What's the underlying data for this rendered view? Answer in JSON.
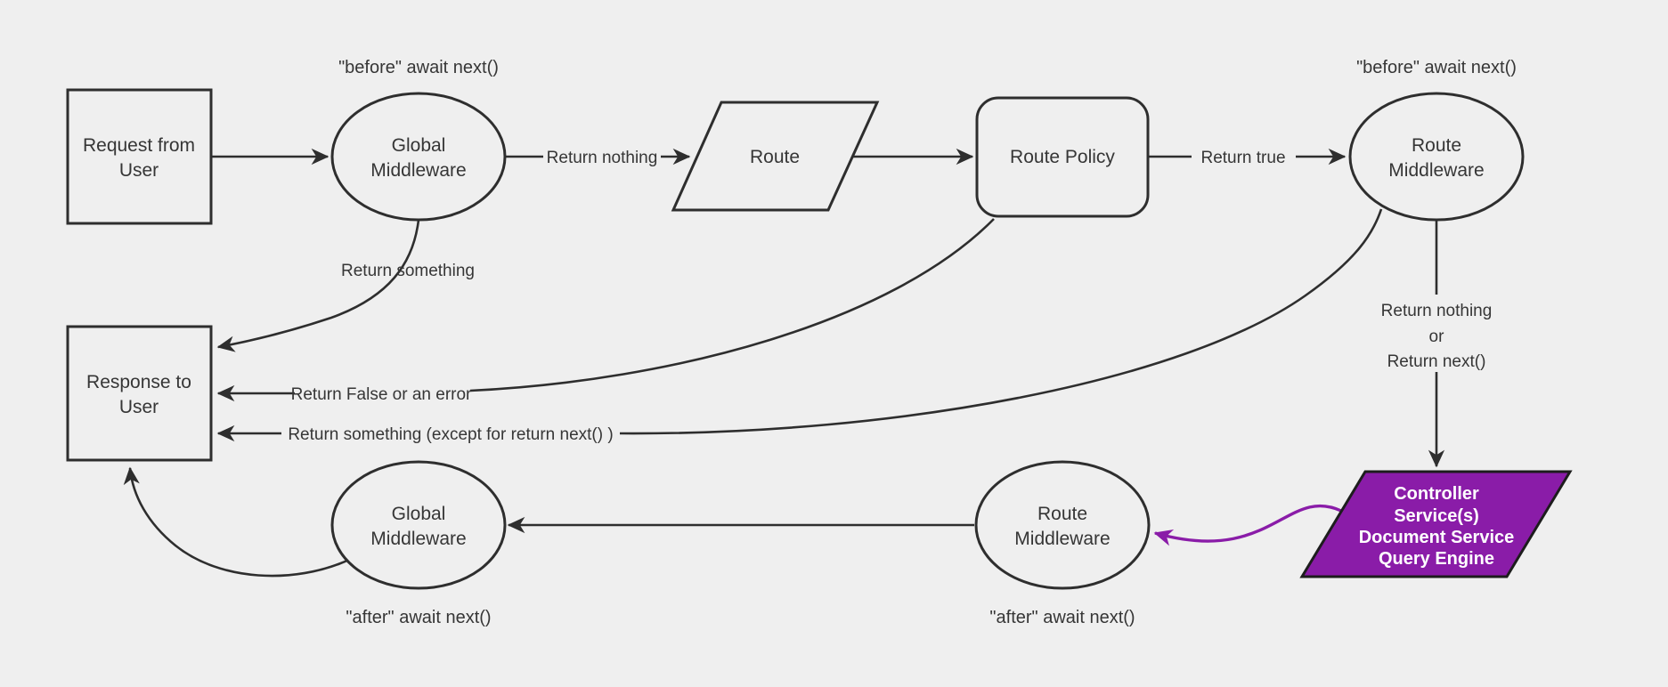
{
  "diagram": {
    "background": "#efefef",
    "stroke_color": "#2e2e2e",
    "text_color": "#363636",
    "accent_purple": "#8a1ca8",
    "controller_text_color": "#ffffff"
  },
  "nodes": {
    "request": {
      "shape": "rectangle",
      "lines": [
        "Request from",
        "User"
      ]
    },
    "global_middleware_before": {
      "shape": "ellipse",
      "lines": [
        "Global",
        "Middleware"
      ]
    },
    "route": {
      "shape": "parallelogram",
      "lines": [
        "Route"
      ]
    },
    "route_policy": {
      "shape": "rounded-rectangle",
      "lines": [
        "Route Policy"
      ]
    },
    "route_middleware_before": {
      "shape": "ellipse",
      "lines": [
        "Route",
        "Middleware"
      ]
    },
    "controller": {
      "shape": "parallelogram",
      "lines": [
        "Controller",
        "Service(s)",
        "Document Service",
        "Query Engine"
      ]
    },
    "route_middleware_after": {
      "shape": "ellipse",
      "lines": [
        "Route",
        "Middleware"
      ]
    },
    "global_middleware_after": {
      "shape": "ellipse",
      "lines": [
        "Global",
        "Middleware"
      ]
    },
    "response": {
      "shape": "rectangle",
      "lines": [
        "Response to",
        "User"
      ]
    }
  },
  "annotations": {
    "before_await_left": "\"before\" await next()",
    "before_await_right": "\"before\" await next()",
    "after_await_left": "\"after\" await next()",
    "after_await_right": "\"after\" await next()"
  },
  "edge_labels": {
    "return_nothing": "Return nothing",
    "return_true": "Return true",
    "return_something": "Return something",
    "return_false_or_error": "Return False or an error",
    "return_something_except": "Return something (except for return next() )",
    "return_nothing_or": {
      "lines": [
        "Return nothing",
        "or",
        "Return next()"
      ]
    }
  }
}
